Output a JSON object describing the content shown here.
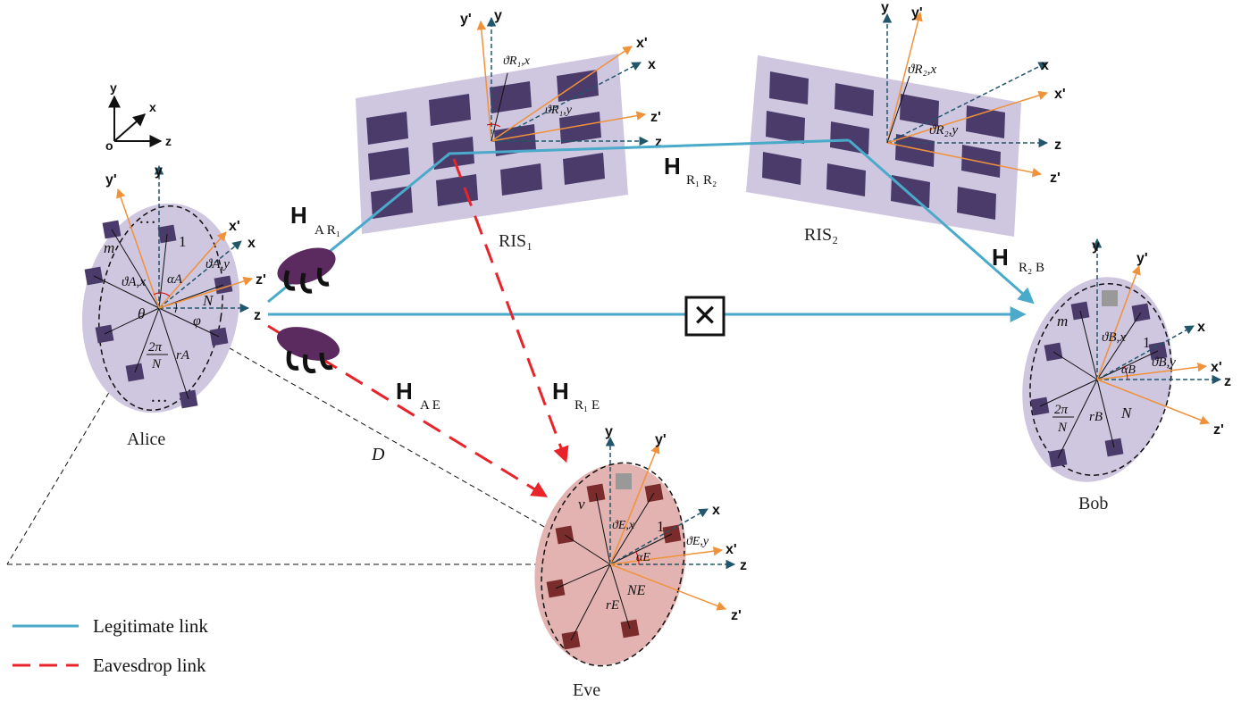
{
  "nodes": {
    "alice": "Alice",
    "bob": "Bob",
    "eve": "Eve",
    "ris1": "RIS₁",
    "ris2": "RIS₂"
  },
  "channels": {
    "h_ar1": {
      "main": "H",
      "sub": "A R₁"
    },
    "h_r1r2": {
      "main": "H",
      "sub": "R₁ R₂"
    },
    "h_r2b": {
      "main": "H",
      "sub": "R₂ B"
    },
    "h_ae": {
      "main": "H",
      "sub": "A E"
    },
    "h_r1e": {
      "main": "H",
      "sub": "R₁ E"
    }
  },
  "distance_label": "D",
  "axes": {
    "x": "x",
    "y": "y",
    "z": "z",
    "x_prime": "x'",
    "y_prime": "y'",
    "z_prime": "z'",
    "origin": "o"
  },
  "alice_labels": {
    "m": "m",
    "one": "1",
    "n": "N",
    "alpha": "αA",
    "theta_ax": "ϑA,x",
    "theta_ay": "ϑA,y",
    "theta": "θ",
    "phi": "φ",
    "two_pi": "2π",
    "n_den": "N",
    "r": "rA",
    "dots": "…"
  },
  "bob_labels": {
    "m": "m",
    "one": "1",
    "n": "N",
    "alpha": "αB",
    "theta_bx": "ϑB,x",
    "theta_by": "ϑB,y",
    "two_pi": "2π",
    "n_den": "N",
    "r": "rB"
  },
  "eve_labels": {
    "v": "v",
    "one": "1",
    "n": "NE",
    "alpha": "αE",
    "theta_ex": "ϑE,x",
    "theta_ey": "ϑE,y",
    "r": "rE"
  },
  "ris_labels": {
    "r1x": "ϑR₁,x",
    "r1y": "ϑR₁,y",
    "r2x": "ϑR₂,x",
    "r2y": "ϑR₂,y"
  },
  "blocked_symbol": "✕",
  "legend": {
    "legitimate": "Legitimate link",
    "eavesdrop": "Eavesdrop link"
  },
  "colors": {
    "legitimate": "#4aaac9",
    "eavesdrop": "#e8242a",
    "array_purple": "#cfc6e0",
    "element_purple": "#4a3b6b",
    "eve_pink": "#e3b3b1",
    "eve_element": "#7a2b2b",
    "orange_axis": "#f0923a",
    "teal_axis": "#22566b"
  }
}
